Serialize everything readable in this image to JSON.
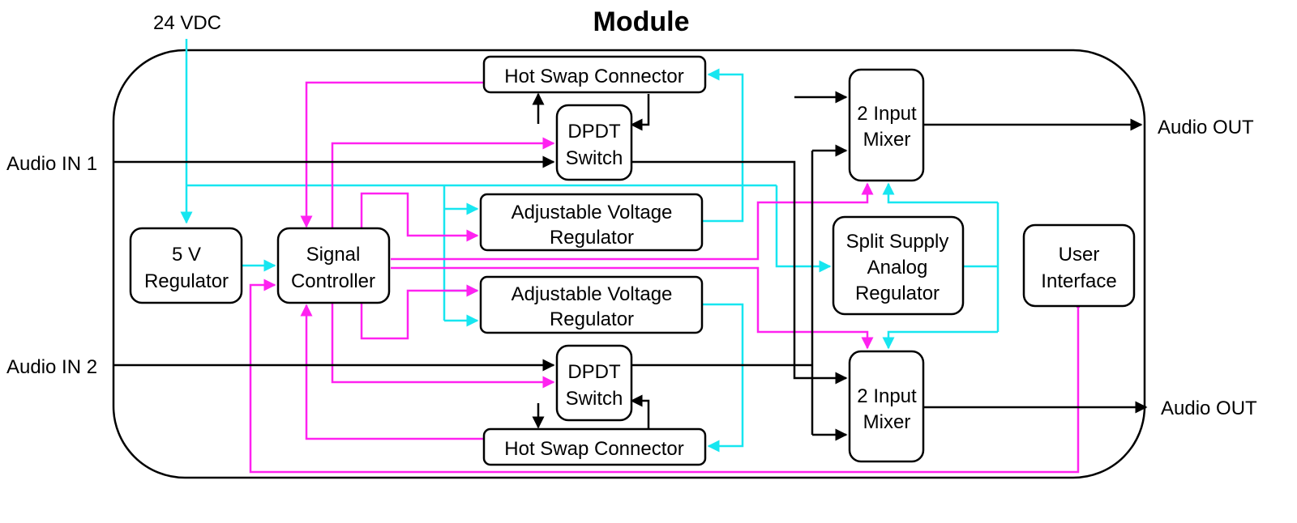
{
  "title": "Module",
  "inputs": {
    "power": "24 VDC",
    "audio_in_1": "Audio IN 1",
    "audio_in_2": "Audio IN 2"
  },
  "outputs": {
    "audio_out_1": "Audio OUT",
    "audio_out_2": "Audio OUT"
  },
  "blocks": {
    "hot_swap_top": [
      "Hot Swap Connector"
    ],
    "dpdt_top": [
      "DPDT",
      "Switch"
    ],
    "adj_reg_top": [
      "Adjustable Voltage",
      "Regulator"
    ],
    "five_v_reg": [
      "5 V",
      "Regulator"
    ],
    "signal_controller": [
      "Signal",
      "Controller"
    ],
    "adj_reg_bottom": [
      "Adjustable Voltage",
      "Regulator"
    ],
    "dpdt_bottom": [
      "DPDT",
      "Switch"
    ],
    "hot_swap_bottom": [
      "Hot Swap Connector"
    ],
    "mixer_top": [
      "2 Input",
      "Mixer"
    ],
    "split_supply": [
      "Split Supply",
      "Analog",
      "Regulator"
    ],
    "mixer_bottom": [
      "2 Input",
      "Mixer"
    ],
    "user_interface": [
      "User",
      "Interface"
    ]
  },
  "colors": {
    "audio": "#000000",
    "power": "#17e6f0",
    "control": "#ff22f0"
  }
}
